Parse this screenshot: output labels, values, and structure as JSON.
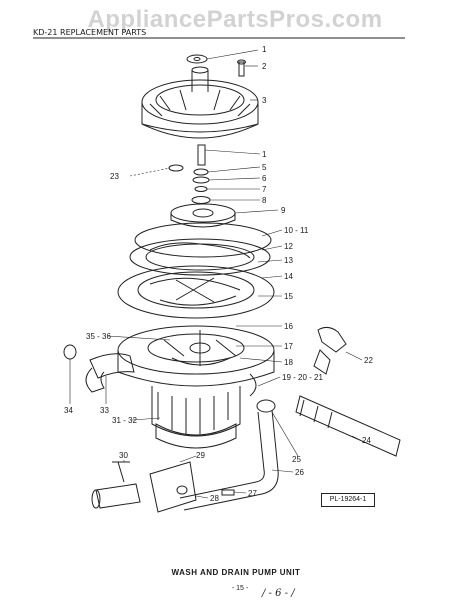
{
  "watermark": "AppliancePartsPros.com",
  "header": "KD-21 REPLACEMENT PARTS",
  "caption": "WASH AND DRAIN PUMP UNIT",
  "page_number": "- 15 -",
  "handwritten_note": "/ - 6 - /",
  "reference_code": "PL-19264-1",
  "part_labels": [
    "1",
    "2",
    "3",
    "1",
    "5",
    "6",
    "7",
    "8",
    "9",
    "10 - 11",
    "12",
    "13",
    "14",
    "15",
    "16",
    "17",
    "18",
    "19 - 20 - 21",
    "22",
    "23",
    "24",
    "25",
    "26",
    "27",
    "28",
    "29",
    "30",
    "31 - 32",
    "33",
    "34",
    "35 - 36"
  ]
}
